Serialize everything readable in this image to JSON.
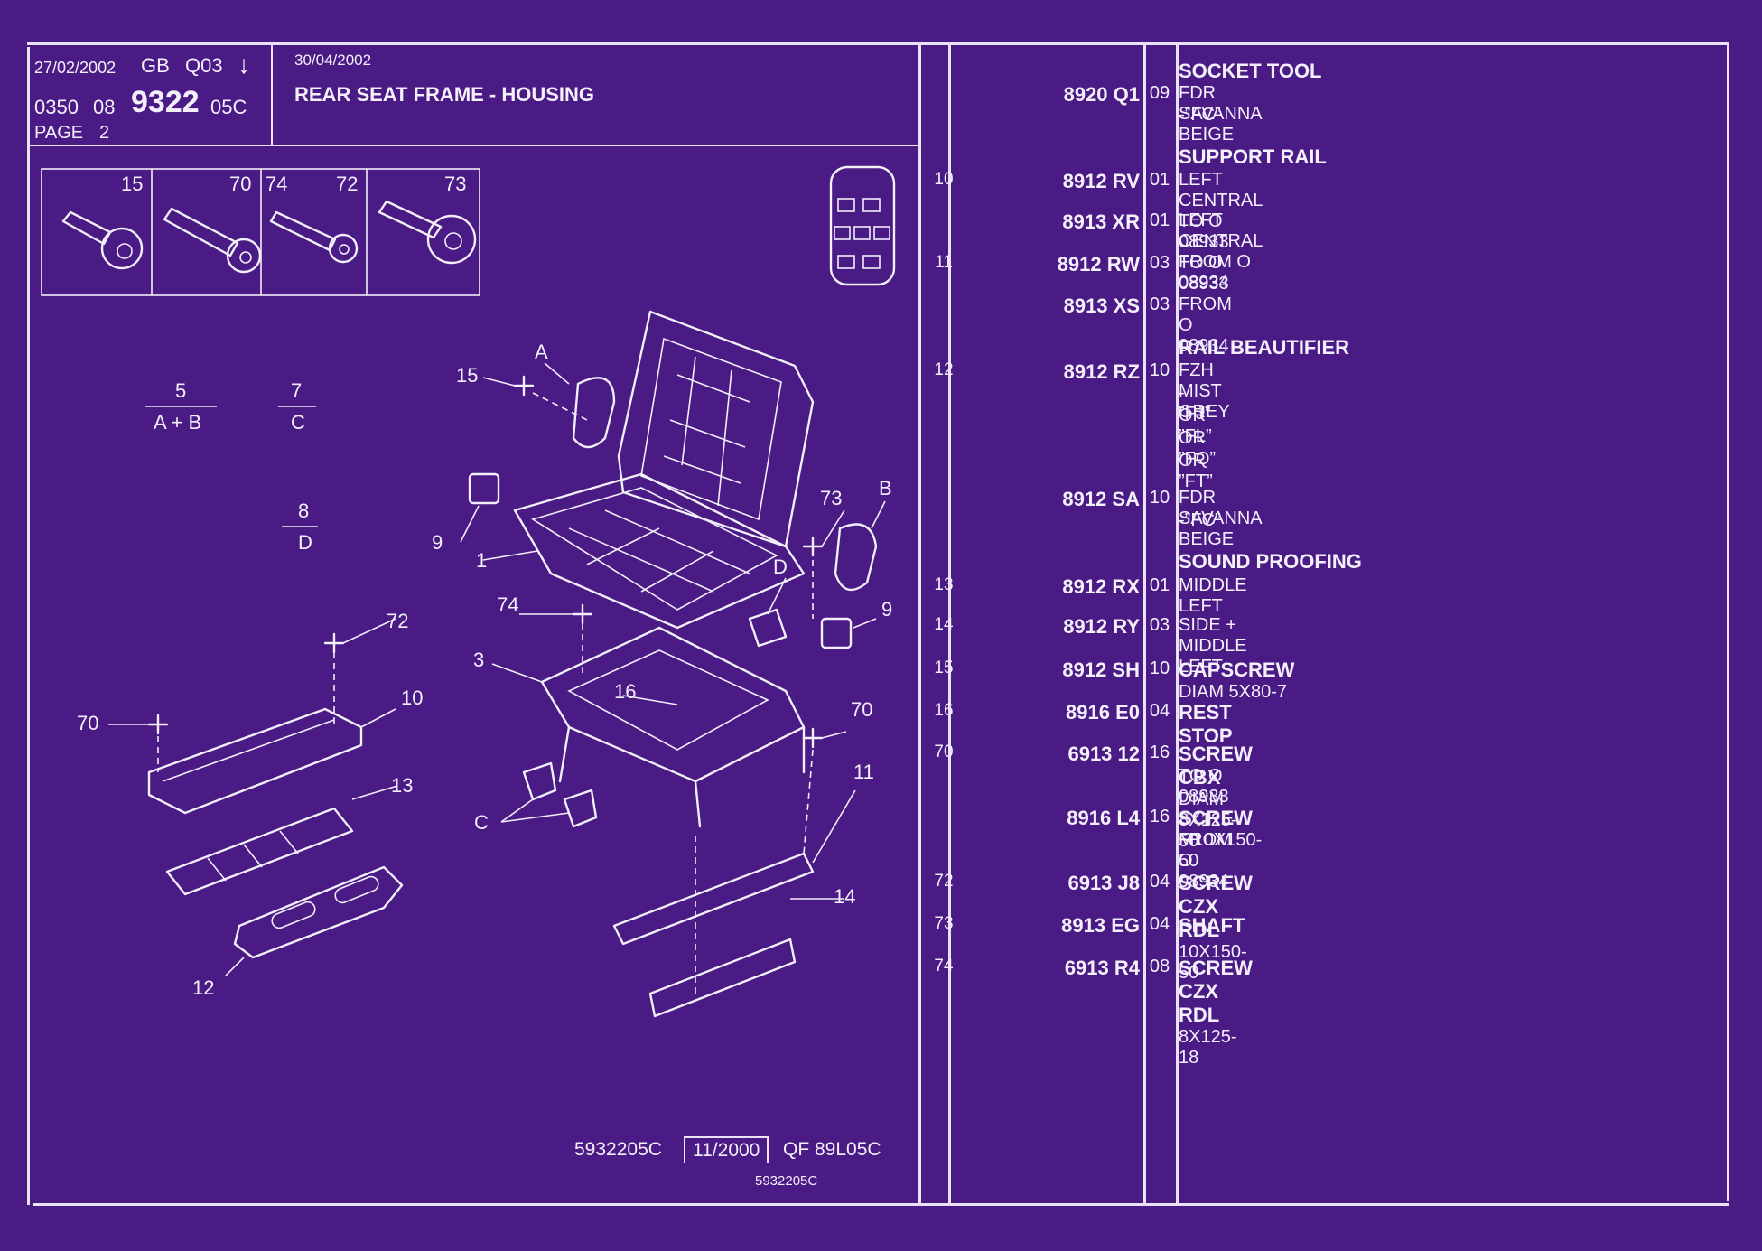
{
  "header": {
    "issue_date": "27/02/2002",
    "lang": "GB",
    "lang_code": "Q03",
    "arrow": "↓",
    "ref_a": "0350",
    "ref_b": "08",
    "group": "9322",
    "group_suffix": "05C",
    "page": "PAGE",
    "page_num": "2",
    "revision_date": "30/04/2002",
    "title": "REAR SEAT FRAME - HOUSING"
  },
  "thumbs": [
    {
      "labels": [
        "15"
      ]
    },
    {
      "labels": [
        "70"
      ]
    },
    {
      "labels": [
        "74",
        "72"
      ]
    },
    {
      "labels": [
        "73"
      ]
    }
  ],
  "legend": [
    {
      "num": "5",
      "label": "A + B"
    },
    {
      "num": "7",
      "label": "C"
    },
    {
      "num": "8",
      "label": "D"
    }
  ],
  "callouts": [
    "A",
    "15",
    "B",
    "73",
    "9",
    "1",
    "D",
    "74",
    "9",
    "72",
    "3",
    "16",
    "10",
    "70",
    "70",
    "13",
    "C",
    "11",
    "14",
    "12"
  ],
  "footer": {
    "ref": "5932205C",
    "date_box": "11/2000",
    "code": "QF 89L05C",
    "small_ref": "5932205C"
  },
  "parts_table": {
    "headings": [
      {
        "text": "SOCKET TOOL"
      },
      {
        "text": "SUPPORT RAIL"
      },
      {
        "text": "RAIL BEAUTIFIER"
      },
      {
        "text": "SOUND PROOFING"
      }
    ],
    "rows": [
      {
        "fig": "",
        "code": "8920 Q1",
        "qty": "09",
        "desc": [
          "FDR SAVANNA BEIGE",
          "-”FC”"
        ],
        "bold": ""
      },
      {
        "fig": "10",
        "code": "8912 RV",
        "qty": "01",
        "desc": [
          "LEFT CENTRAL TO  O  08933"
        ],
        "bold": ""
      },
      {
        "fig": "",
        "code": "8913 XR",
        "qty": "01",
        "desc": [
          "LEFT CENTRAL FROM  O  08934"
        ],
        "bold": ""
      },
      {
        "fig": "11",
        "code": "8912 RW",
        "qty": "03",
        "desc": [
          "TO  O  08933"
        ],
        "bold": ""
      },
      {
        "fig": "",
        "code": "8913 XS",
        "qty": "03",
        "desc": [
          "FROM  O  08934"
        ],
        "bold": ""
      },
      {
        "fig": "12",
        "code": "8912 RZ",
        "qty": "10",
        "desc": [
          "FZH MIST GREY",
          "-      ”FJ”",
          "OR ”FL”",
          "OR ”FQ”",
          "OR ”FT”"
        ],
        "bold": ""
      },
      {
        "fig": "",
        "code": "8912 SA",
        "qty": "10",
        "desc": [
          "FDR SAVANNA BEIGE",
          "-”FC”"
        ],
        "bold": ""
      },
      {
        "fig": "13",
        "code": "8912 RX",
        "qty": "01",
        "desc": [
          "MIDDLE LEFT"
        ],
        "bold": ""
      },
      {
        "fig": "14",
        "code": "8912 RY",
        "qty": "03",
        "desc": [
          "SIDE  +  MIDDLE LEFT"
        ],
        "bold": ""
      },
      {
        "fig": "15",
        "code": "8912 SH",
        "qty": "10",
        "desc": [
          "DIAM 5X80-7"
        ],
        "bold": "CAPSCREW"
      },
      {
        "fig": "16",
        "code": "8916 E0",
        "qty": "04",
        "desc": [
          ""
        ],
        "bold": "REST STOP"
      },
      {
        "fig": "70",
        "code": "6913 12",
        "qty": "16",
        "desc": [
          "DIAM 8X125-50",
          "TO  O  08933"
        ],
        "bold": "SCREW CBX"
      },
      {
        "fig": "",
        "code": "8916 L4",
        "qty": "16",
        "desc": [
          "M10X150-50",
          "FROM  O  08934"
        ],
        "bold": "SCREW"
      },
      {
        "fig": "72",
        "code": "6913 J8",
        "qty": "04",
        "desc": [
          "10X150-50"
        ],
        "bold": "SCREW CZX RDL"
      },
      {
        "fig": "73",
        "code": "8913 EG",
        "qty": "04",
        "desc": [
          ""
        ],
        "bold": "SHAFT"
      },
      {
        "fig": "74",
        "code": "6913 R4",
        "qty": "08",
        "desc": [
          "8X125-18"
        ],
        "bold": "SCREW CZX RDL"
      }
    ]
  }
}
